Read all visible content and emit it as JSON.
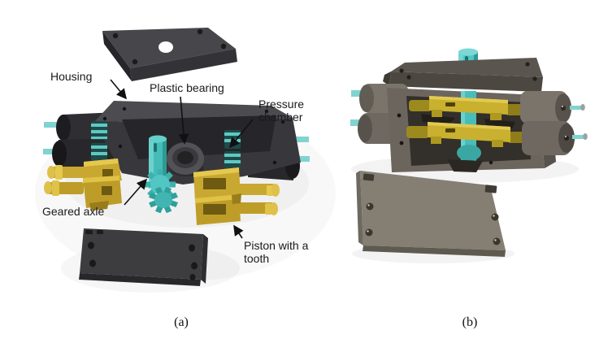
{
  "figure": {
    "description": "Exploded and assembled views of a gear-piston actuator mechanism",
    "labels": {
      "housing": "Housing",
      "plastic_bearing": "Plastic bearing",
      "pressure_chamber": "Pressure chamber",
      "geared_axle": "Geared axle",
      "piston_with_a_tooth": "Piston with a tooth"
    },
    "captions": {
      "a": "(a)",
      "b": "(b)"
    },
    "colors": {
      "background": "#ffffff",
      "housing_dark": "#3b3b3f",
      "housing_darker": "#2a2a2e",
      "housing_rim": "#4b4b50",
      "assembled_body": "#6b655d",
      "assembled_lid": "#57534d",
      "cover_plate_light": "#857f73",
      "cylinder_gray": "#7a746b",
      "accent_cyan": "#4fc7c3",
      "accent_cyan_light": "#7adbd7",
      "accent_cyan_dark": "#2e9995",
      "accent_yellow": "#c9ab2f",
      "accent_yellow_light": "#e6c94f",
      "accent_yellow_dark": "#8f7417",
      "label_text": "#1a1a1a"
    }
  }
}
